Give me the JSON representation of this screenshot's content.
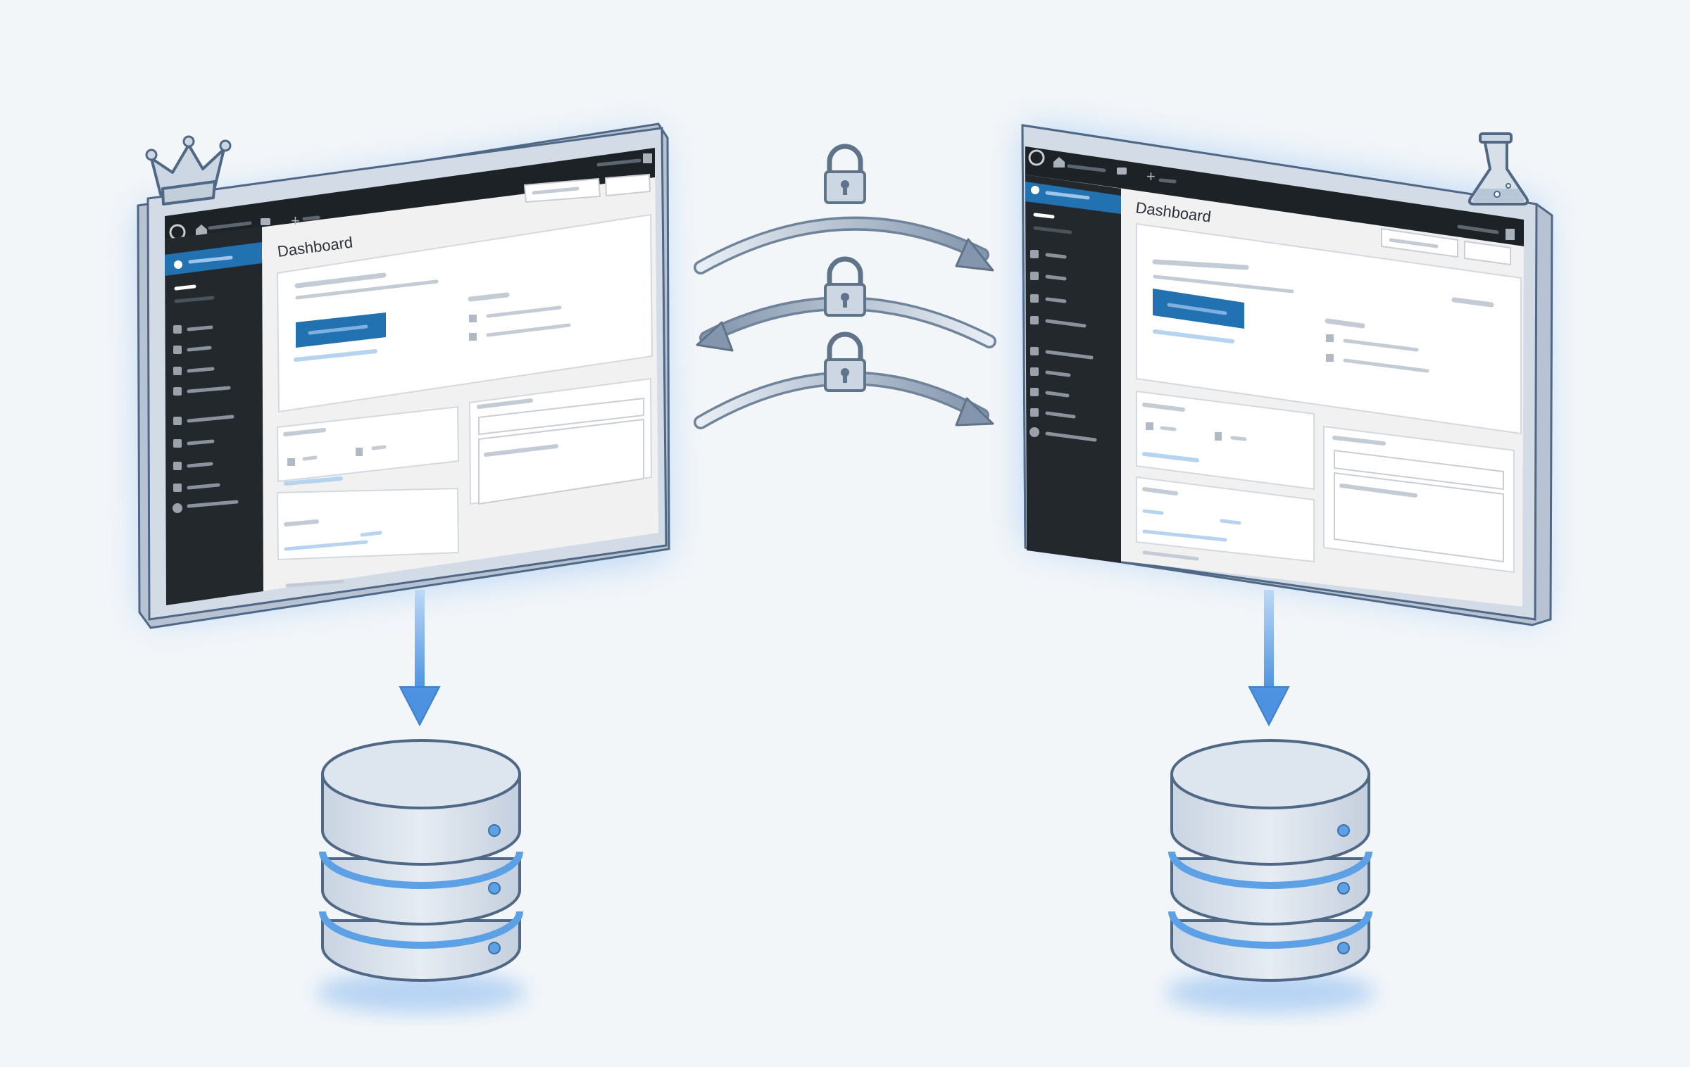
{
  "colors": {
    "background": "#f3f6f9",
    "accent": "#2271b1",
    "accent_light": "#9fc6ea",
    "frame": "#d3dbe6",
    "frame_edge": "#4f6885",
    "sidebar": "#23282d",
    "topbar": "#1d2227",
    "content_bg": "#f1f1f1",
    "placeholder": "#c3cbd5",
    "database_fill": "#dce4ee",
    "database_band": "#5ca0e6",
    "glow": "#7fb6f0"
  },
  "icons": {
    "production_site": "crown-icon",
    "staging_site": "flask-icon",
    "encrypted_link": "padlock-icon",
    "storage": "database-icon",
    "cms_logo": "wordpress-icon"
  },
  "sites": [
    {
      "role": "production",
      "title": "Dashboard"
    },
    {
      "role": "staging",
      "title": "Dashboard"
    }
  ]
}
